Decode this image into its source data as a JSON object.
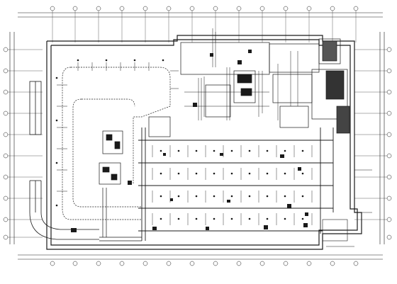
{
  "drawing": {
    "kind": "cad-floor-plan",
    "title": "",
    "line_color": "#1a1a1a",
    "accent_color": "#000000",
    "background": "#ffffff",
    "has_column_grid": true,
    "has_ramp": true,
    "grid_bubble_count_top": 14,
    "grid_bubble_count_side": 10
  }
}
